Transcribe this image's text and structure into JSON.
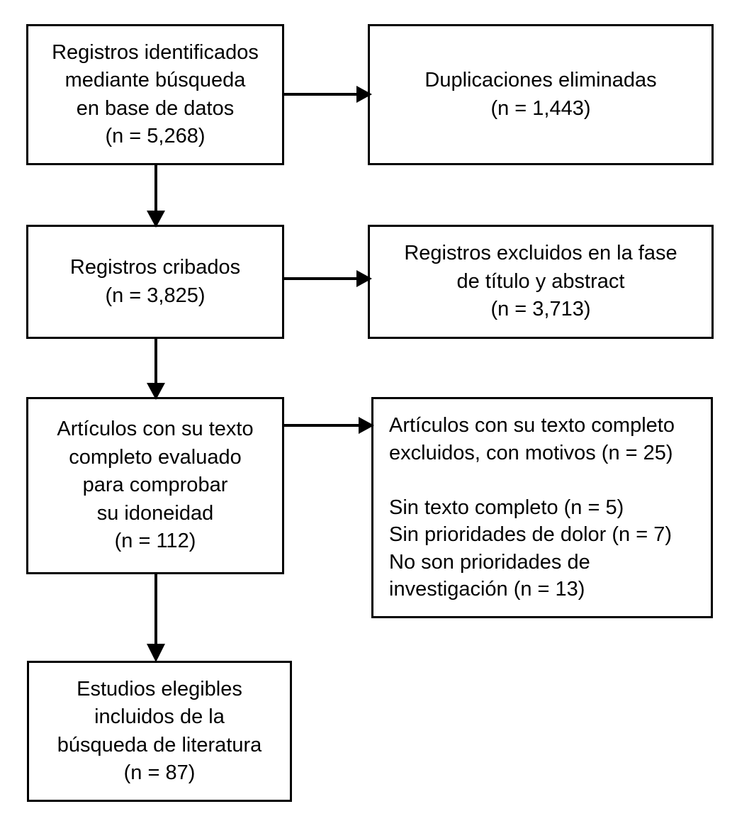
{
  "diagram": {
    "type": "prisma-flow-diagram",
    "language": "es",
    "background_color": "#ffffff",
    "line_color": "#000000",
    "text_color": "#000000",
    "boxes": [
      {
        "id": "records-identified",
        "text": "Registros identificados\nmediante búsqueda\nen base de datos\n(n = 5,268)",
        "count_label": "(n = 5,268)",
        "count": 5268,
        "align": "center"
      },
      {
        "id": "duplicates-removed",
        "text": "Duplicaciones eliminadas\n(n = 1,443)",
        "count_label": "(n = 1,443)",
        "count": 1443,
        "align": "center"
      },
      {
        "id": "records-screened",
        "text": "Registros cribados\n(n = 3,825)",
        "count_label": "(n = 3,825)",
        "count": 3825,
        "align": "center"
      },
      {
        "id": "records-excluded",
        "text": "Registros excluidos en la fase\nde título y abstract\n(n = 3,713)",
        "count_label": "(n = 3,713)",
        "count": 3713,
        "align": "center"
      },
      {
        "id": "fulltext-assessed",
        "text": "Artículos con su texto\ncompleto evaluado\npara comprobar\nsu idoneidad\n(n = 112)",
        "count_label": "(n = 112)",
        "count": 112,
        "align": "center"
      },
      {
        "id": "fulltext-excluded",
        "text": "Artículos con su texto completo\nexcluidos, con motivos (n = 25)\n\nSin texto completo (n = 5)\nSin prioridades de dolor (n = 7)\nNo son prioridades de\ninvestigación (n = 13)",
        "count_label": "(n = 25)",
        "count": 25,
        "align": "left",
        "reasons": [
          {
            "label": "Sin texto completo",
            "count_label": "(n = 5)",
            "count": 5
          },
          {
            "label": "Sin prioridades de dolor",
            "count_label": "(n = 7)",
            "count": 7
          },
          {
            "label": "No son prioridades de investigación",
            "count_label": "(n = 13)",
            "count": 13
          }
        ]
      },
      {
        "id": "studies-included",
        "text": "Estudios elegibles\nincluidos de la\nbúsqueda de literatura\n(n = 87)",
        "count_label": "(n = 87)",
        "count": 87,
        "align": "center"
      }
    ],
    "connectors": [
      {
        "id": "identified-to-duplicates",
        "from": "records-identified",
        "to": "duplicates-removed",
        "direction": "right"
      },
      {
        "id": "identified-to-screened",
        "from": "records-identified",
        "to": "records-screened",
        "direction": "down"
      },
      {
        "id": "screened-to-excluded",
        "from": "records-screened",
        "to": "records-excluded",
        "direction": "right"
      },
      {
        "id": "screened-to-fulltext",
        "from": "records-screened",
        "to": "fulltext-assessed",
        "direction": "down"
      },
      {
        "id": "fulltext-to-excluded",
        "from": "fulltext-assessed",
        "to": "fulltext-excluded",
        "direction": "right"
      },
      {
        "id": "fulltext-to-included",
        "from": "fulltext-assessed",
        "to": "studies-included",
        "direction": "down"
      }
    ]
  }
}
